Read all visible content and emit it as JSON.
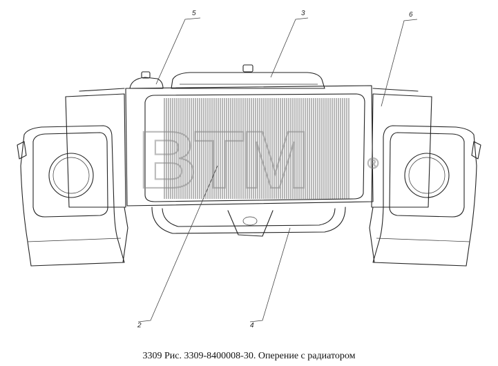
{
  "watermark": {
    "text": "BTM",
    "symbol": "®"
  },
  "callouts": [
    {
      "label": "5"
    },
    {
      "label": "3"
    },
    {
      "label": "6"
    },
    {
      "label": "2"
    },
    {
      "label": "4"
    }
  ],
  "caption": "3309 Рис. 3309-8400008-30. Оперение с радиатором"
}
